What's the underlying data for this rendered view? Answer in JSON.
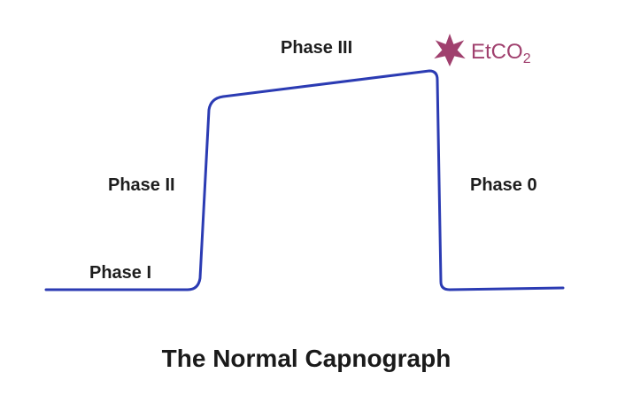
{
  "colors": {
    "waveform": "#2b3bb3",
    "marker": "#a0406e",
    "text": "#1e1e1e"
  },
  "marker_icon": "asterisk-star-icon",
  "labels": {
    "phase_i": "Phase I",
    "phase_ii": "Phase II",
    "phase_iii": "Phase III",
    "phase_0": "Phase 0",
    "etco2_main": "EtCO",
    "etco2_subscript": "2"
  },
  "caption": "The Normal Capnograph"
}
